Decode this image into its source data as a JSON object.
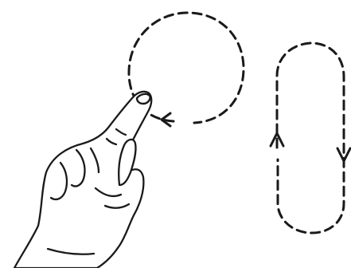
{
  "colors": {
    "background": "#ffffff",
    "ink": "#1a1a1a"
  },
  "figure": {
    "gestures": [
      {
        "name": "circle-gesture",
        "shape": "circle",
        "stroke": "dashed",
        "direction": "clockwise"
      },
      {
        "name": "vertical-loop-gesture",
        "shape": "elongated-loop",
        "stroke": "dashed",
        "direction": "clockwise"
      }
    ],
    "hand": {
      "pose": "index-finger-pointing",
      "icon": "pointing-hand-icon"
    }
  }
}
